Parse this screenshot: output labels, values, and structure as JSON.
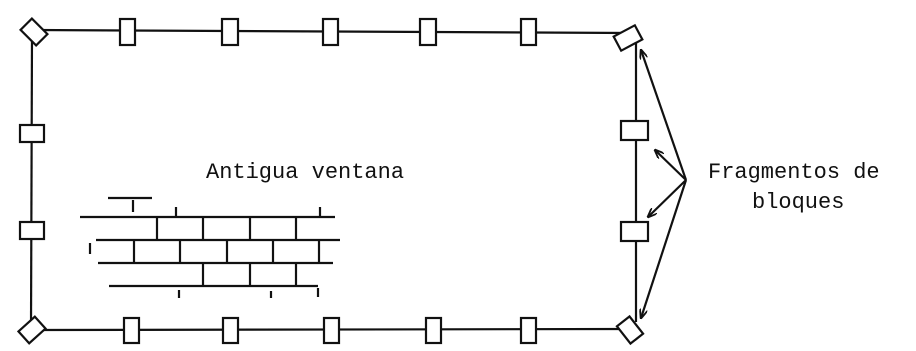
{
  "diagram": {
    "window_label": "Antigua ventana",
    "fragments_label_line1": "Fragmentos de",
    "fragments_label_line2": "bloques",
    "stroke_color": "#111111"
  }
}
